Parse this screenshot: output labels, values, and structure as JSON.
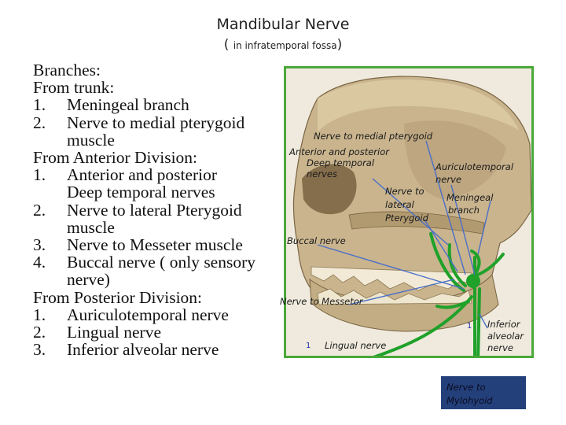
{
  "title": "Mandibular Nerve",
  "subtitle": {
    "open": "( ",
    "text": "in infratemporal fossa",
    "close": ")"
  },
  "branches": {
    "heading": "Branches:",
    "trunk_heading": "From trunk:",
    "trunk": [
      {
        "num": "1.",
        "text": "Meningeal branch"
      },
      {
        "num": "2.",
        "text": "Nerve to medial pterygoid",
        "cont": "muscle"
      }
    ],
    "anterior_heading": "From Anterior Division:",
    "anterior": [
      {
        "num": "1.",
        "text": "Anterior and posterior",
        "cont": "Deep temporal nerves"
      },
      {
        "num": "2.",
        "text": "Nerve to lateral Pterygoid",
        "cont": "muscle"
      },
      {
        "num": "3.",
        "text": "Nerve to Messeter muscle"
      },
      {
        "num": "4.",
        "text": "Buccal nerve ( only sensory",
        "cont": "nerve)"
      }
    ],
    "posterior_heading": "From Posterior Division:",
    "posterior": [
      {
        "num": "1.",
        "text": "Auriculotemporal nerve"
      },
      {
        "num": "2.",
        "text": "Lingual nerve"
      },
      {
        "num": "3.",
        "text": "Inferior alveolar nerve"
      }
    ]
  },
  "figure_labels": {
    "medial_pterygoid": "Nerve to medial pterygoid",
    "deep_temporal": [
      "Anterior and posterior",
      "Deep temporal",
      "nerves"
    ],
    "lateral_pterygoid": [
      "Nerve to",
      "lateral",
      "Pterygoid"
    ],
    "auriculotemporal": [
      "Auriculotemporal",
      "nerve"
    ],
    "meningeal": [
      "Meningeal",
      "branch"
    ],
    "buccal": "Buccal nerve",
    "messeter": "Nerve to Messetor",
    "lingual_num": "1",
    "lingual": "Lingual nerve",
    "alveolar_num": "1",
    "inferior_alveolar": [
      "Inferior",
      "alveolar",
      "nerve"
    ],
    "mylohyoid": [
      "Nerve to",
      "Mylohyoid"
    ]
  },
  "colors": {
    "nerve": "#1fa12a",
    "pointer": "#4a6fc8",
    "frame": "#4aa83a",
    "mylohyoid_box": "#23407a"
  }
}
